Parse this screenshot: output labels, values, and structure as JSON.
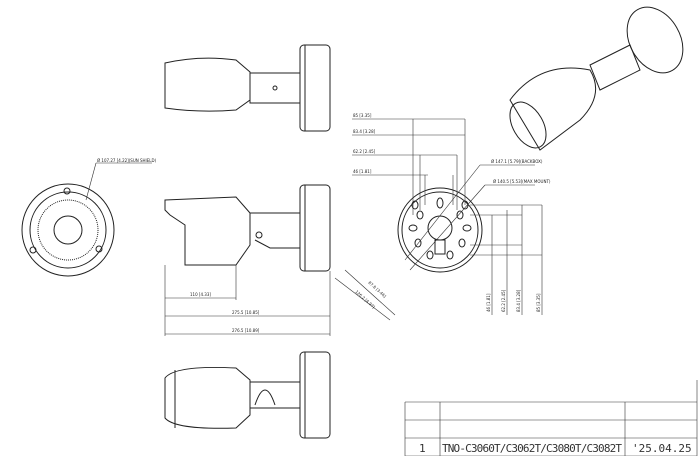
{
  "dimensions": {
    "sun_shield": "Ø 107.27 [4.22](SUN SHIELD)",
    "length_110": "110 [4.33]",
    "length_275": "275.5 [10.85]",
    "length_276": "276.5 [10.89]",
    "h85": "85 [3.35]",
    "h83": "83.4 [3.28]",
    "h62": "62.2 [2.45]",
    "h46": "46 [1.81]",
    "backbox": "Ø 147.1 [5.79](BACKBOX)",
    "mount": "Ø 140.5 [5.53](MAX MOUNT)",
    "diag87": "87.8 [3.46]",
    "diag126": "126.2 [4.97]",
    "v46": "46 [1.81]",
    "v62": "62.2 [2.45]",
    "v83": "83.4 [3.28]",
    "v85": "85 [3.35]"
  },
  "title_block": {
    "row_number": "1",
    "models": "TNO-C3060T/C3062T/C3080T/C3082T",
    "date": "'25.04.25"
  }
}
